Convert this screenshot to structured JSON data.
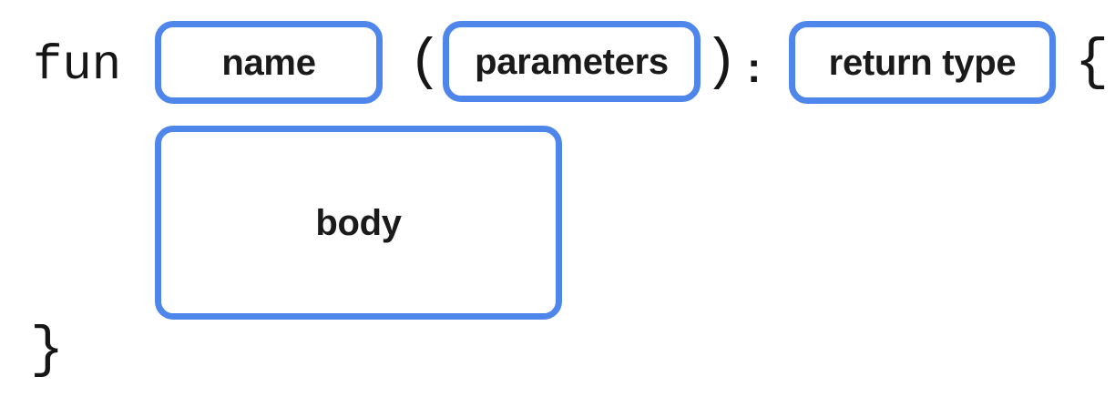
{
  "diagram": {
    "keyword": "fun",
    "punctuation": {
      "open_paren": "(",
      "close_paren": ")",
      "colon": ":",
      "open_brace": "{",
      "close_brace": "}"
    },
    "boxes": {
      "name": "name",
      "parameters": "parameters",
      "return_type": "return type",
      "body": "body"
    },
    "colors": {
      "box_border": "#4e86ec",
      "code_text": "#161616",
      "label_text": "#1a1a1a",
      "background": "#ffffff"
    }
  }
}
